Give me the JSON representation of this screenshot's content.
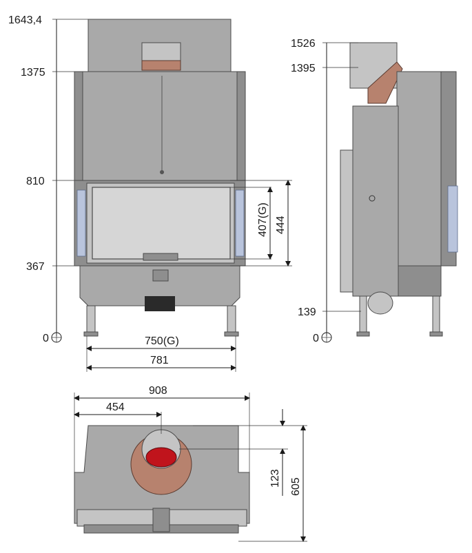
{
  "front_view": {
    "height_labels": [
      "1643,4",
      "1375",
      "810",
      "367",
      "0"
    ],
    "glass_height_label": "407(G)",
    "opening_height_label": "444",
    "glass_width_label": "750(G)",
    "overall_width_label": "781"
  },
  "side_view": {
    "height_labels": [
      "1526",
      "1395",
      "139",
      "0"
    ]
  },
  "top_view": {
    "width_label": "908",
    "half_width_label": "454",
    "flue_offset_label": "123",
    "depth_label": "605"
  },
  "colors": {
    "steel": "#a9a9a9",
    "glass": "#d6d6d6",
    "flue_copper": "#b7826e",
    "flue_opening_red": "#c0141c",
    "side_panel_blue": "#b9c4dc"
  }
}
